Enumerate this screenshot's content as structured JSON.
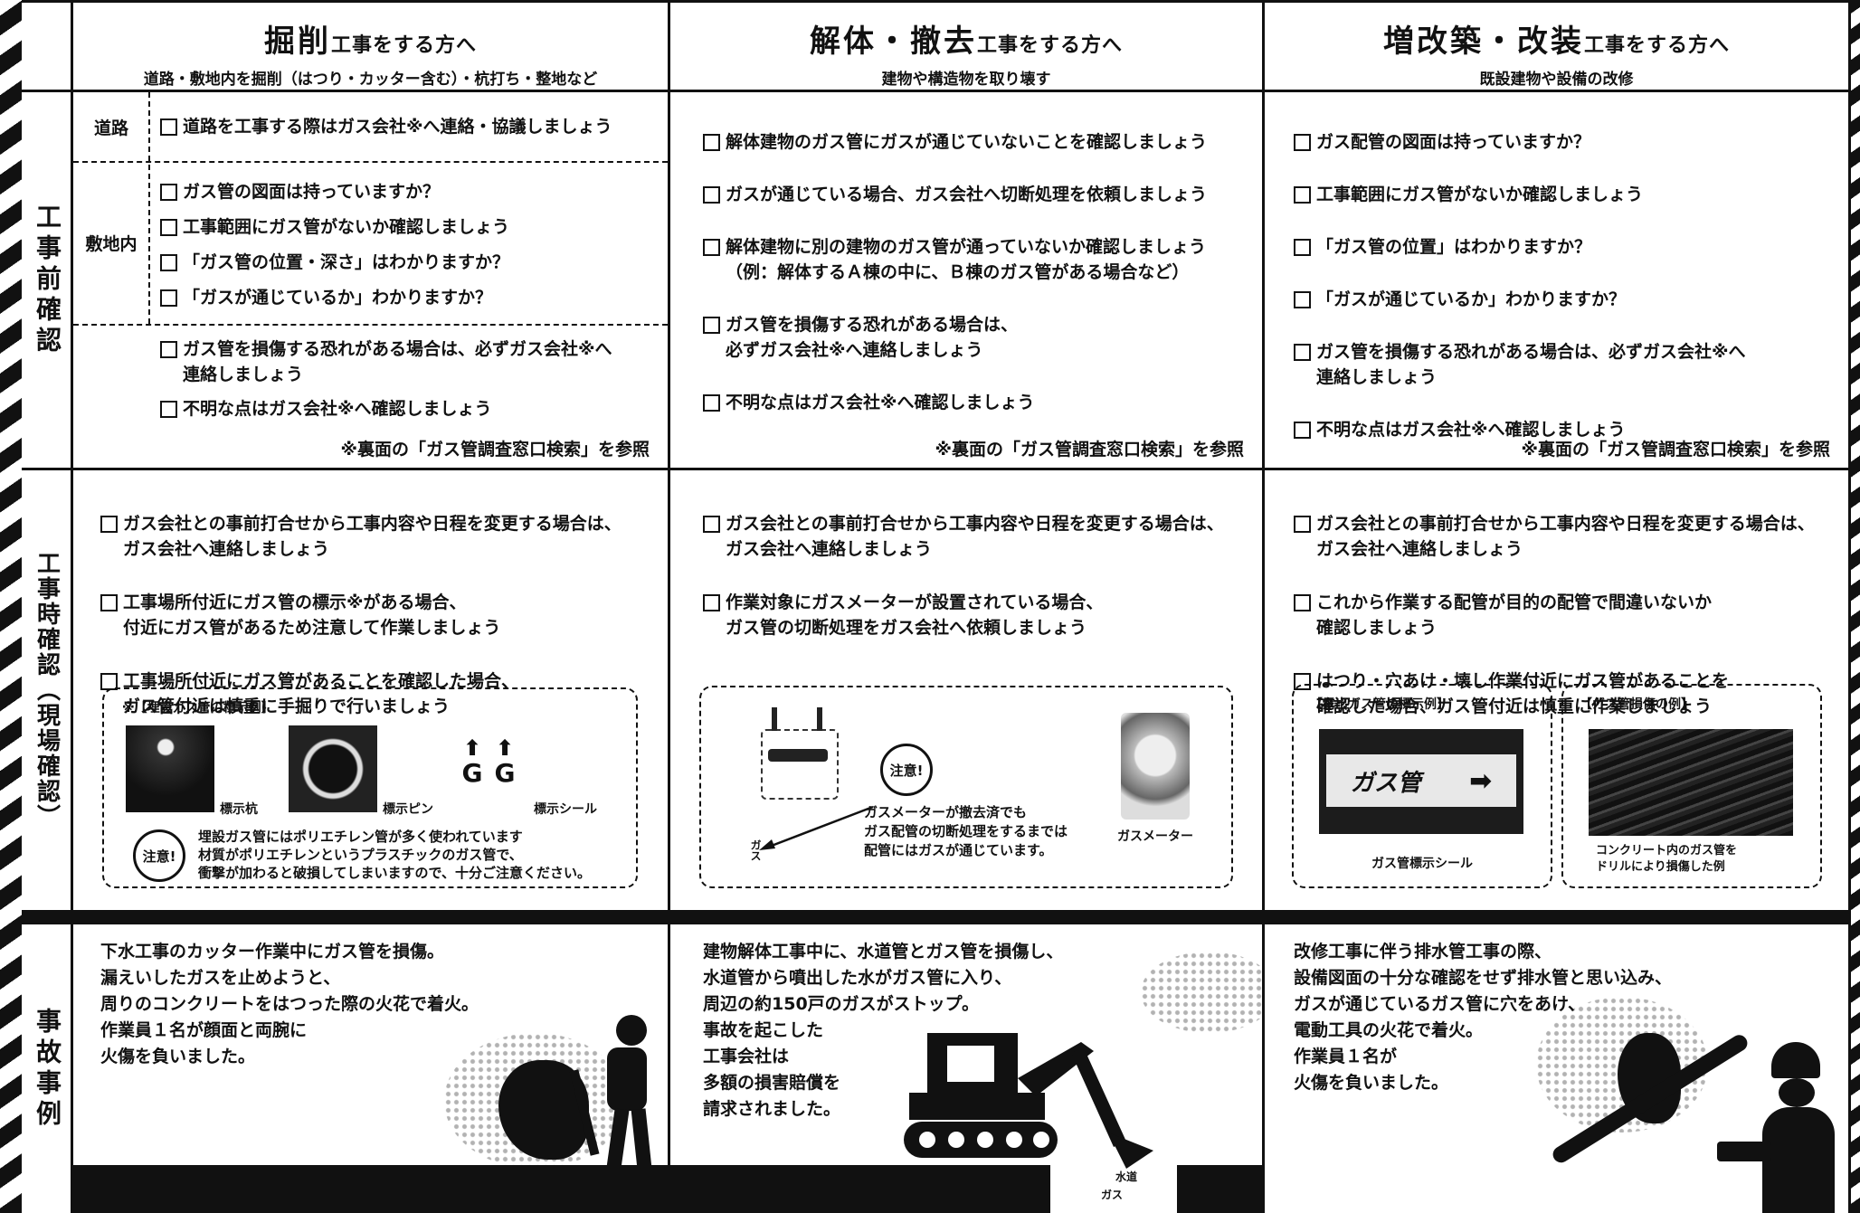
{
  "columns": [
    {
      "title": "掘削",
      "suffix": "工事をする方へ",
      "subtitle": "道路・敷地内を掘削（はつり・カッター含む）・杭打ち・整地など"
    },
    {
      "title": "解体・撤去",
      "suffix": "工事をする方へ",
      "subtitle": "建物や構造物を取り壊す"
    },
    {
      "title": "増改築・改装",
      "suffix": "工事をする方へ",
      "subtitle": "既設建物や設備の改修"
    }
  ],
  "row_labels": {
    "pre": "工事前確認",
    "during": "工事時確認（現場確認）",
    "accident": "事故事例"
  },
  "pre": {
    "col1": {
      "road_label": "道路",
      "road_items": [
        "道路を工事する際はガス会社※へ連絡・協議しましょう"
      ],
      "site_label": "敷地内",
      "site_items": [
        "ガス管の図面は持っていますか？",
        "工事範囲にガス管がないか確認しましょう",
        "「ガス管の位置・深さ」はわかりますか？",
        "「ガスが通じているか」わかりますか？"
      ],
      "items": [
        "ガス管を損傷する恐れがある場合は、必ずガス会社※へ\n連絡しましょう",
        "不明な点はガス会社※へ確認しましょう"
      ],
      "ref": "※裏面の「ガス管調査窓口検索」を参照"
    },
    "col2": {
      "items": [
        "解体建物のガス管にガスが通じていないことを確認しましょう",
        "ガスが通じている場合、ガス会社へ切断処理を依頼しましょう",
        "解体建物に別の建物のガス管が通っていないか確認しましょう\n（例：解体するＡ棟の中に、Ｂ棟のガス管がある場合など）",
        "ガス管を損傷する恐れがある場合は、\n必ずガス会社※へ連絡しましょう",
        "不明な点はガス会社※へ確認しましょう"
      ],
      "ref": "※裏面の「ガス管調査窓口検索」を参照"
    },
    "col3": {
      "items": [
        "ガス配管の図面は持っていますか？",
        "工事範囲にガス管がないか確認しましょう",
        "「ガス管の位置」はわかりますか？",
        "「ガスが通じているか」わかりますか？",
        "ガス管を損傷する恐れがある場合は、必ずガス会社※へ\n連絡しましょう",
        "不明な点はガス会社※へ確認しましょう"
      ],
      "ref": "※裏面の「ガス管調査窓口検索」を参照"
    }
  },
  "during": {
    "col1": {
      "items": [
        "ガス会社との事前打合せから工事内容や日程を変更する場合は、\nガス会社へ連絡しましょう",
        "工事場所付近にガス管の標示※がある場合、\n付近にガス管があるため注意して作業しましょう",
        "工事場所付近にガス管があることを確認した場合、\nガス管付近は慎重に手掘りで行いましょう"
      ],
      "example_title": "※【埋設ガス管の標示例】",
      "marker_labels": [
        "標示杭",
        "標示ピン",
        "標示シール"
      ],
      "seal_letters": [
        "G",
        "G"
      ],
      "caution": "注意!",
      "caution_text": "埋設ガス管にはポリエチレン管が多く使われています\n材質がポリエチレンというプラスチックのガス管で、\n衝撃が加わると破損してしまいますので、十分ご注意ください。"
    },
    "col2": {
      "items": [
        "ガス会社との事前打合せから工事内容や日程を変更する場合は、\nガス会社へ連絡しましょう",
        "作業対象にガスメーターが設置されている場合、\nガス管の切断処理をガス会社へ依頼しましょう"
      ],
      "caution": "注意!",
      "caution_text": "ガスメーターが撤去済でも\nガス配管の切断処理をするまでは\n配管にはガスが通じています。",
      "pipe_label": "ガス",
      "meter_label": "ガスメーター"
    },
    "col3": {
      "items": [
        "ガス会社との事前打合せから工事内容や日程を変更する場合は、\nガス会社へ連絡しましょう",
        "これから作業する配管が目的の配管で間違いないか\n確認しましょう",
        "はつり・穴あけ・壊し作業付近にガス管があることを\n確認した場合、ガス管付近は慎重に作業しましょう"
      ],
      "example1_title": "【露出ガス管の標示例】",
      "example1_sticker": "ガス管",
      "example1_caption": "ガス管標示シール",
      "example2_title": "【ガス管損傷の例】",
      "example2_caption": "コンクリート内のガス管を\nドリルにより損傷した例"
    }
  },
  "accident": {
    "col1": "下水工事のカッター作業中にガス管を損傷。\n漏えいしたガスを止めようと、\n周りのコンクリートをはつった際の火花で着火。\n作業員１名が顔面と両腕に\n火傷を負いました。",
    "col2": "建物解体工事中に、水道管とガス管を損傷し、\n水道管から噴出した水がガス管に入り、\n周辺の約150戸のガスがストップ。\n事故を起こした\n工事会社は\n多額の損害賠償を\n請求されました。",
    "col2_pipe_labels": [
      "水道",
      "ガス"
    ],
    "col3": "改修工事に伴う排水管工事の際、\n設備図面の十分な確認をせず排水管と思い込み、\nガスが通じているガス管に穴をあけ、\n電動工具の火花で着火。\n作業員１名が\n火傷を負いました。"
  }
}
